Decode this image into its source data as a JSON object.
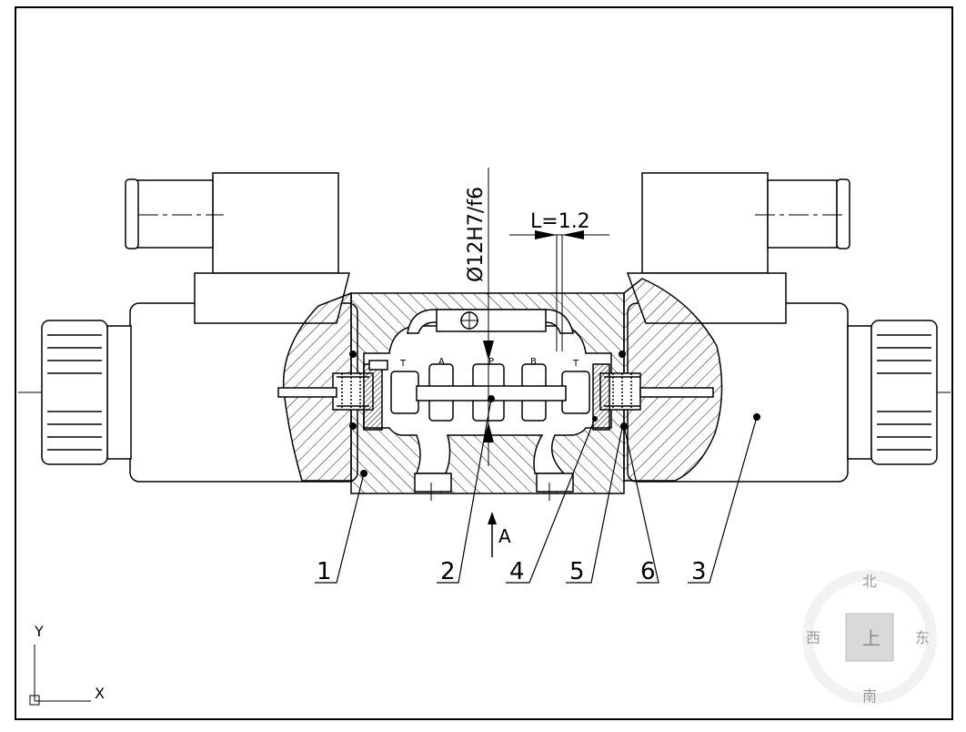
{
  "drawing": {
    "fit_label": "Ø12H7/f6",
    "gap_label": "L=1.2",
    "view_label": "A",
    "port_labels": {
      "t_left": "T",
      "a": "A",
      "p": "P",
      "b": "B",
      "t_right": "T"
    },
    "part_numbers": [
      "1",
      "2",
      "4",
      "5",
      "6",
      "3"
    ]
  },
  "ucs": {
    "y_label": "Y",
    "x_label": "X"
  },
  "viewcube": {
    "north": "北",
    "south": "南",
    "east": "东",
    "west": "西",
    "face": "上"
  },
  "colors": {
    "line": "#000000",
    "background": "#ffffff",
    "viewcube": "#9a9a9a"
  }
}
